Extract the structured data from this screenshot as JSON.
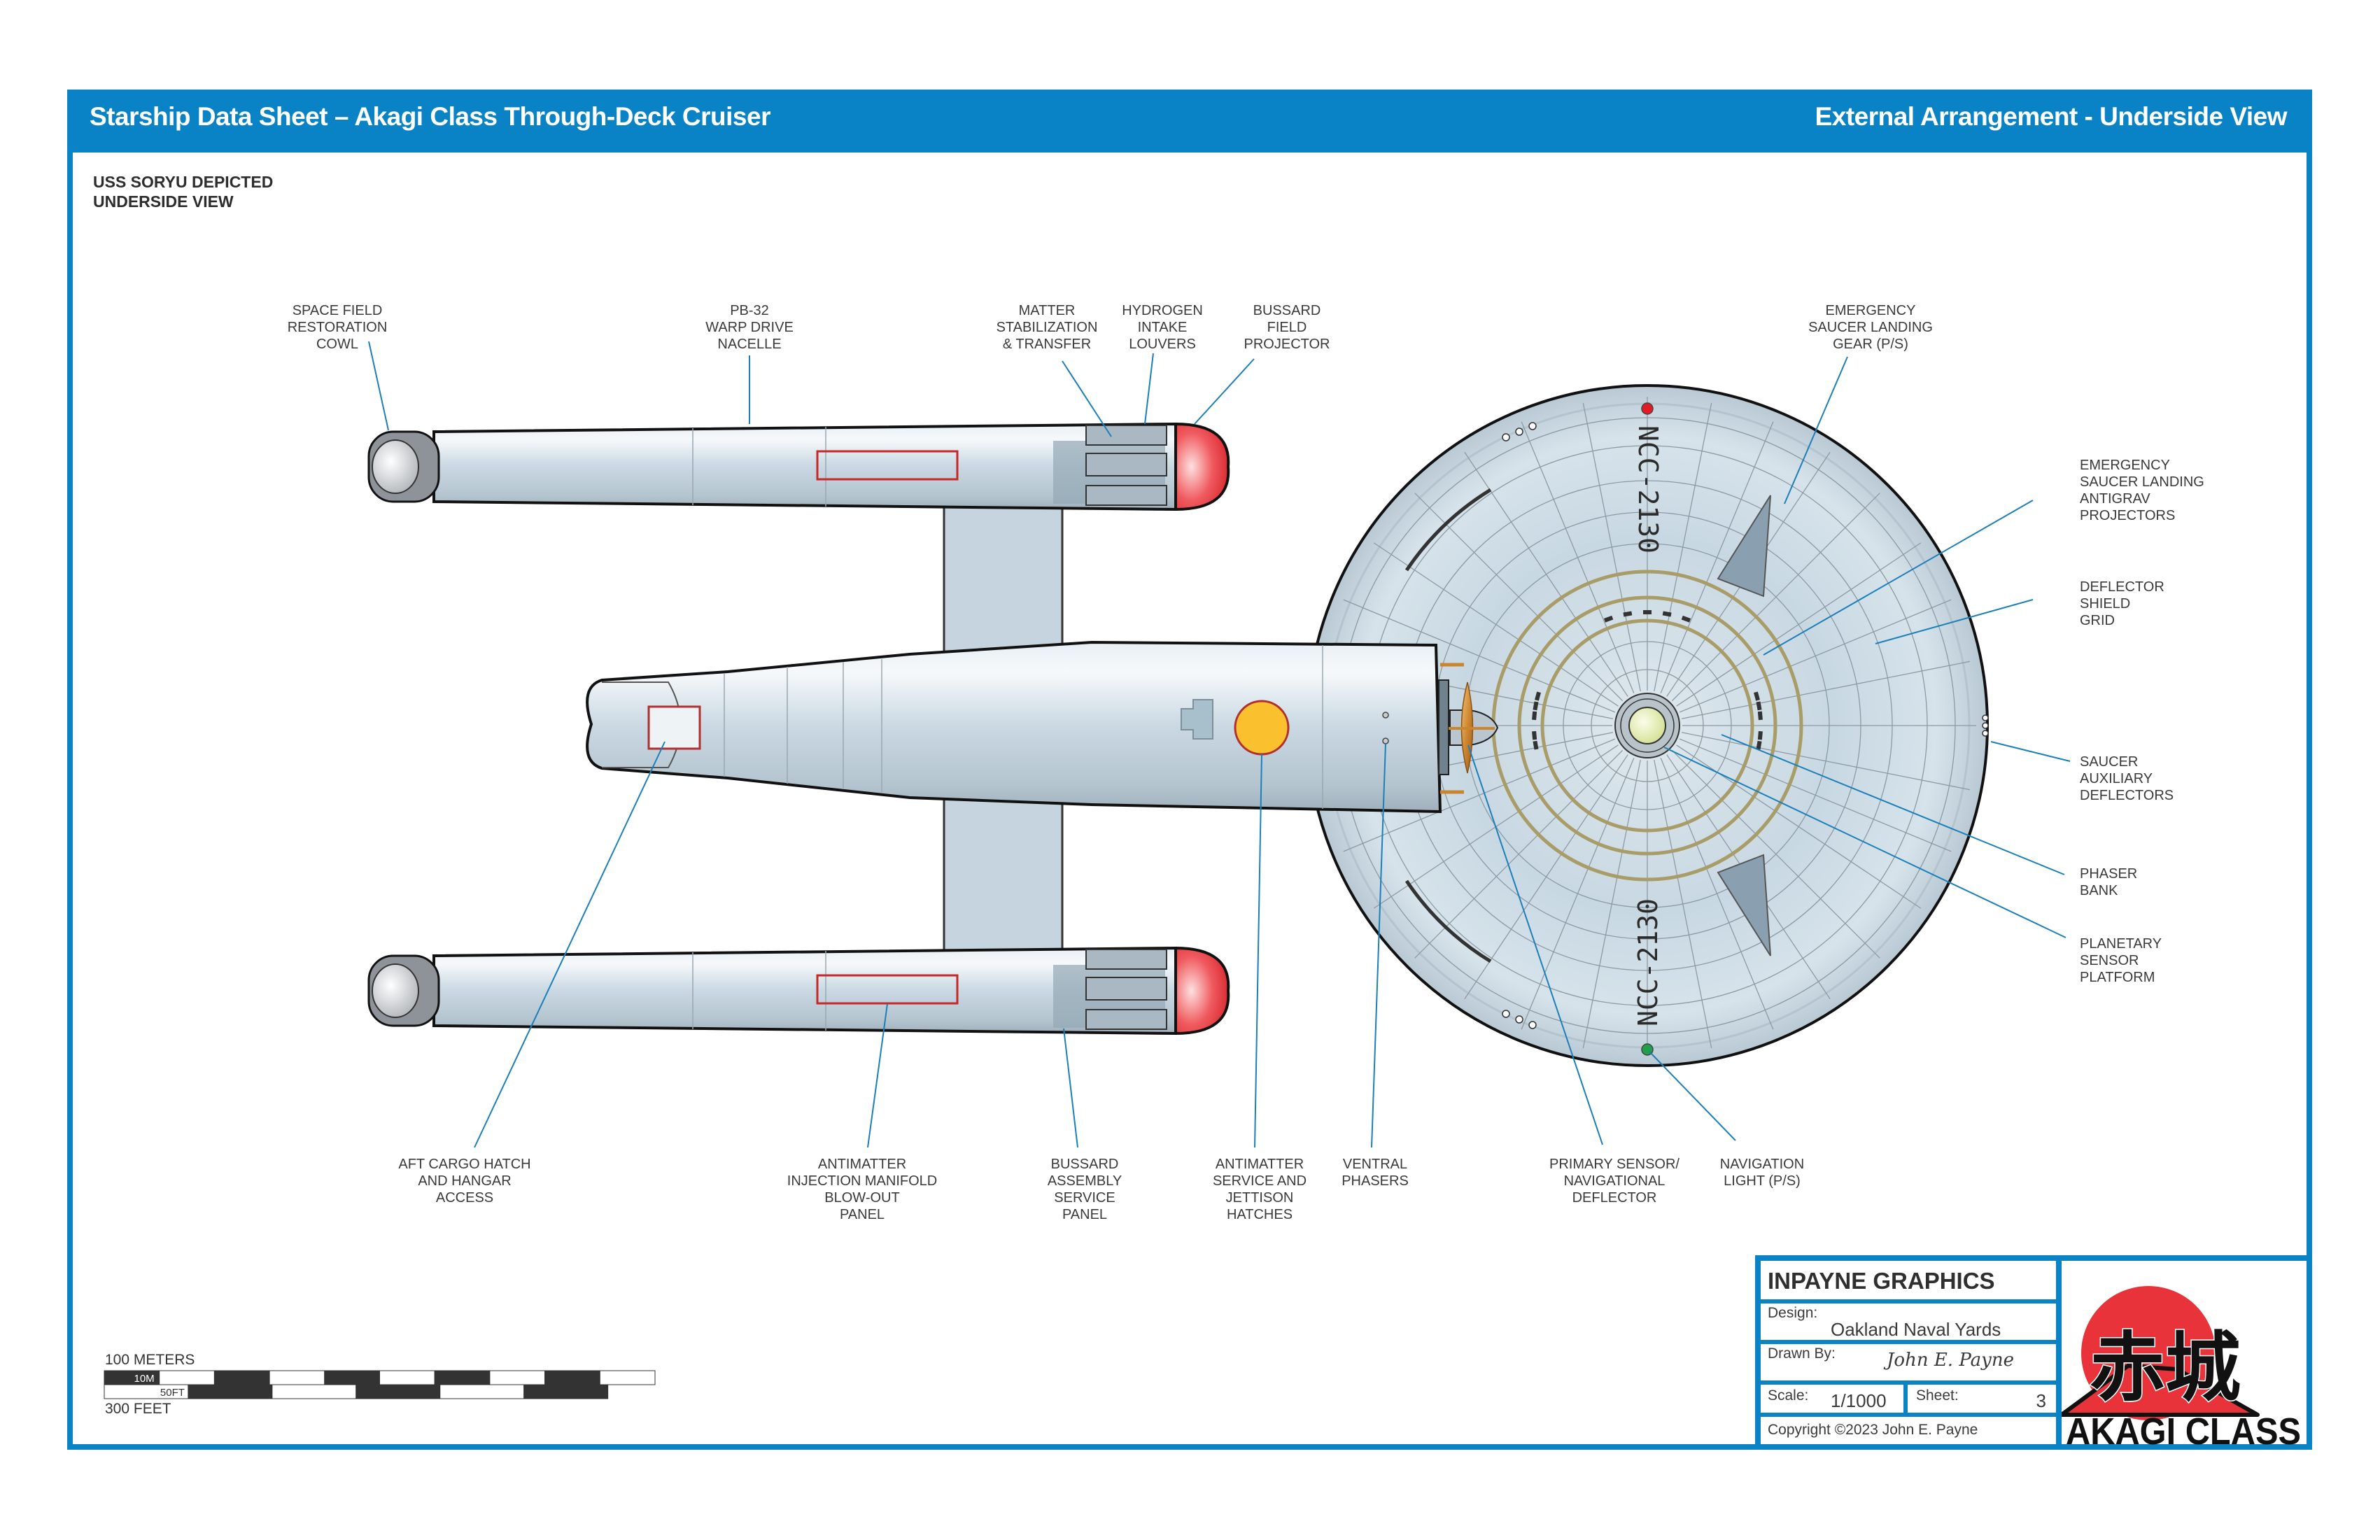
{
  "header": {
    "title": "Starship Data Sheet – Akagi Class Through-Deck Cruiser",
    "view_title": "External Arrangement - Underside View"
  },
  "subtitle": {
    "line1": "USS SORYU DEPICTED",
    "line2": "UNDERSIDE VIEW"
  },
  "ship": {
    "registry": "NCC-2130",
    "colors": {
      "frame": "#0a83c6",
      "hull": "#cfdde6",
      "bussard": "#e8333a",
      "hatch": "#fbc02d",
      "hatch_outline": "#b0302f",
      "sensor": "#e3ecb0",
      "ring": "#a89c68",
      "deflector": "#c9862f",
      "nav_port": "#e31b23",
      "nav_starboard": "#21a04a",
      "leader": "#1c7fb8"
    }
  },
  "callouts": {
    "top": [
      {
        "id": "space-field-restoration-cowl",
        "lines": [
          "SPACE FIELD",
          "RESTORATION",
          "COWL"
        ]
      },
      {
        "id": "warp-drive-nacelle",
        "lines": [
          "PB-32",
          "WARP DRIVE",
          "NACELLE"
        ]
      },
      {
        "id": "matter-stabilization",
        "lines": [
          "MATTER",
          "STABILIZATION",
          "& TRANSFER"
        ]
      },
      {
        "id": "hydrogen-intake-louvers",
        "lines": [
          "HYDROGEN",
          "INTAKE",
          "LOUVERS"
        ]
      },
      {
        "id": "bussard-field-projector",
        "lines": [
          "BUSSARD",
          "FIELD",
          "PROJECTOR"
        ]
      },
      {
        "id": "emergency-saucer-landing-gear",
        "lines": [
          "EMERGENCY",
          "SAUCER LANDING",
          "GEAR (P/S)"
        ]
      }
    ],
    "right": [
      {
        "id": "antigrav-projectors",
        "lines": [
          "EMERGENCY",
          "SAUCER LANDING",
          "ANTIGRAV",
          "PROJECTORS"
        ]
      },
      {
        "id": "deflector-shield-grid",
        "lines": [
          "DEFLECTOR",
          "SHIELD",
          "GRID"
        ]
      },
      {
        "id": "saucer-auxiliary-deflectors",
        "lines": [
          "SAUCER",
          "AUXILIARY",
          "DEFLECTORS"
        ]
      },
      {
        "id": "phaser-bank",
        "lines": [
          "PHASER",
          "BANK"
        ]
      },
      {
        "id": "planetary-sensor-platform",
        "lines": [
          "PLANETARY",
          "SENSOR",
          "PLATFORM"
        ]
      }
    ],
    "bottom": [
      {
        "id": "aft-cargo-hatch",
        "lines": [
          "AFT CARGO HATCH",
          "AND HANGAR",
          "ACCESS"
        ]
      },
      {
        "id": "antimatter-injection-manifold",
        "lines": [
          "ANTIMATTER",
          "INJECTION MANIFOLD",
          "BLOW-OUT",
          "PANEL"
        ]
      },
      {
        "id": "bussard-assembly-service-panel",
        "lines": [
          "BUSSARD",
          "ASSEMBLY",
          "SERVICE",
          "PANEL"
        ]
      },
      {
        "id": "antimatter-service-hatches",
        "lines": [
          "ANTIMATTER",
          "SERVICE AND",
          "JETTISON",
          "HATCHES"
        ]
      },
      {
        "id": "ventral-phasers",
        "lines": [
          "VENTRAL",
          "PHASERS"
        ]
      },
      {
        "id": "primary-sensor-deflector",
        "lines": [
          "PRIMARY SENSOR/",
          "NAVIGATIONAL",
          "DEFLECTOR"
        ]
      },
      {
        "id": "navigation-light",
        "lines": [
          "NAVIGATION",
          "LIGHT (P/S)"
        ]
      }
    ]
  },
  "scale_bar": {
    "meters_label": "100 METERS",
    "meters_segment_label": "10M",
    "feet_label": "300 FEET",
    "feet_segment_label": "50FT",
    "meters_total": 100,
    "meters_segments": 10,
    "feet_total": 300,
    "feet_segments": 6
  },
  "title_block": {
    "brand": "INPAYNE GRAPHICS",
    "design_label": "Design:",
    "design_value": "Oakland Naval Yards",
    "drawn_by_label": "Drawn By:",
    "drawn_by_signature": "John E. Payne",
    "scale_label": "Scale:",
    "scale_value": "1/1000",
    "sheet_label": "Sheet:",
    "sheet_value": "3",
    "copyright": "Copyright  ©2023 John E. Payne"
  },
  "logo": {
    "kanji": "赤城",
    "text": "AKAGI CLASS"
  }
}
